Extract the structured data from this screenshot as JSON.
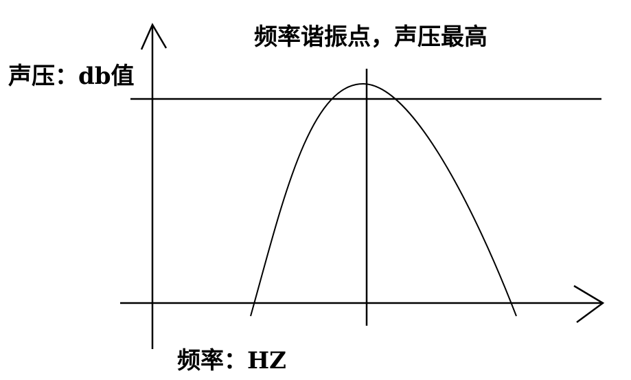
{
  "title": "频率谐振点，声压最高",
  "y_axis_label": "声压：db值",
  "x_axis_label": "频率：HZ",
  "colors": {
    "line": "#000000",
    "background": "#ffffff"
  }
}
